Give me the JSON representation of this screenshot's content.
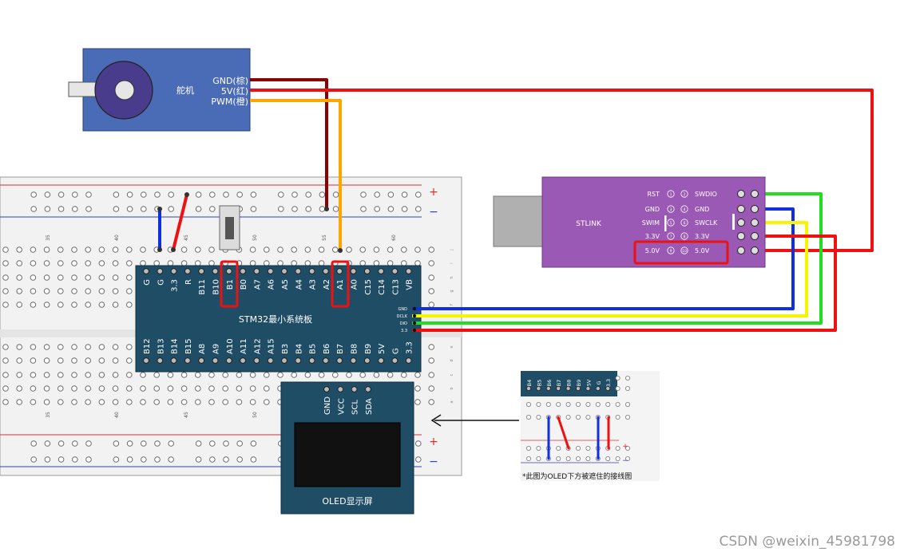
{
  "servo": {
    "label": "舵机",
    "pins": [
      "GND(棕)",
      "5V(红)",
      "PWM(橙)"
    ]
  },
  "breadboard": {
    "plus": "+",
    "minus": "−",
    "col_numbers": [
      "35",
      "40",
      "45",
      "50",
      "55",
      "60"
    ],
    "row_letters": [
      "j",
      "i",
      "h",
      "g",
      "f",
      "e",
      "d",
      "c",
      "b",
      "a"
    ]
  },
  "stm32": {
    "title": "STM32最小系统板",
    "top_pins": [
      "G",
      "G",
      "3.3",
      "R",
      "B11",
      "B10",
      "B1",
      "B0",
      "A7",
      "A6",
      "A5",
      "A4",
      "A3",
      "A2",
      "A1",
      "A0",
      "C15",
      "C14",
      "C13",
      "VB"
    ],
    "bottom_pins": [
      "B12",
      "B13",
      "B14",
      "B15",
      "A8",
      "A9",
      "A10",
      "A11",
      "A12",
      "A15",
      "B3",
      "B4",
      "B5",
      "B6",
      "B7",
      "B8",
      "B9",
      "5V",
      "G",
      "3.3"
    ],
    "side_pins": [
      "GND",
      "DCLK",
      "DIO",
      "3.3"
    ]
  },
  "stlink": {
    "label": "STLINK",
    "left_labels": [
      "RST",
      "GND",
      "SWIM",
      "3.3V",
      "5.0V"
    ],
    "right_labels": [
      "SWDIO",
      "GND",
      "SWCLK",
      "3.3V",
      "5.0V"
    ],
    "left_nums": [
      "1",
      "3",
      "5",
      "7",
      "9"
    ],
    "right_nums": [
      "2",
      "4",
      "6",
      "8",
      "10"
    ]
  },
  "oled": {
    "label": "OLED显示屏",
    "pins": [
      "GND",
      "VCC",
      "SCL",
      "SDA"
    ]
  },
  "inset": {
    "pins": [
      "B4",
      "B5",
      "B6",
      "B7",
      "B8",
      "B9",
      "5V",
      "G",
      "3.3"
    ],
    "plus": "+",
    "minus": "−",
    "caption": "*此图为OLED下方被遮住的接线图"
  },
  "watermark": "CSDN @weixin_45981798",
  "colors": {
    "servo_body": "#4a6bb5",
    "board_body": "#1f4d66",
    "stlink_body": "#9b59b6",
    "oled_body": "#1f4d66",
    "wire_red": "#ee1111",
    "wire_darkred": "#8b0000",
    "wire_orange": "#ffa500",
    "wire_blue": "#1030e0",
    "wire_yellow": "#f5f500",
    "wire_green": "#22dd22",
    "highlight": "#ee1111"
  }
}
